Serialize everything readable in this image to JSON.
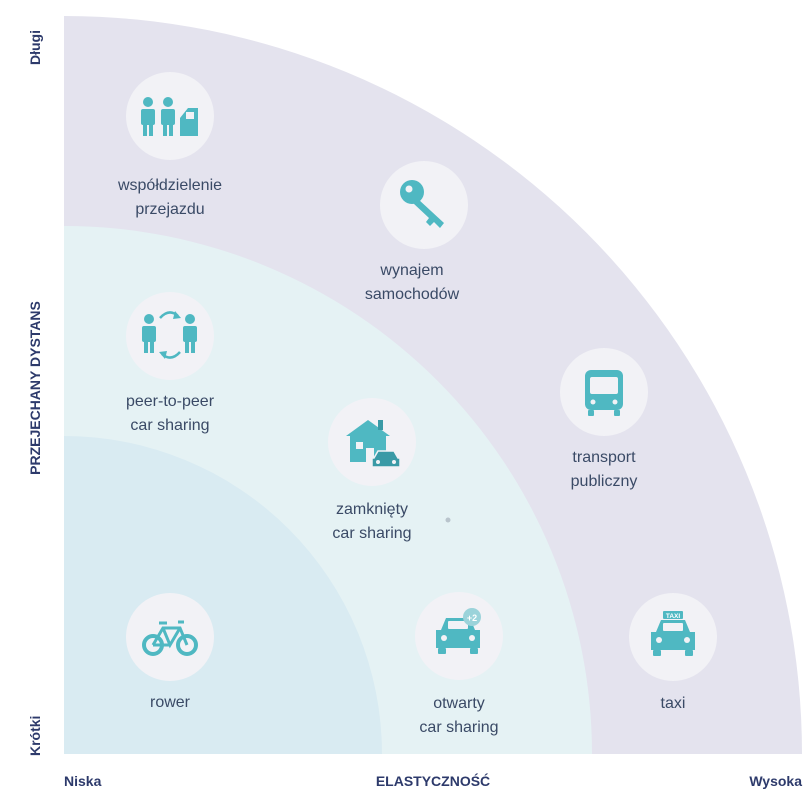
{
  "axes": {
    "y_title": "PRZEJECHANY DYSTANS",
    "y_top": "Długi",
    "y_bottom": "Krótki",
    "x_title": "ELASTYCZNOŚĆ",
    "x_left": "Niska",
    "x_right": "Wysoka"
  },
  "items": [
    {
      "id": "rideshare",
      "line1": "współdzielenie",
      "line2": "przejazdu",
      "icon": "people-car-icon"
    },
    {
      "id": "rental",
      "line1": "wynajem",
      "line2": "samochodów",
      "icon": "key-icon"
    },
    {
      "id": "public",
      "line1": "transport",
      "line2": "publiczny",
      "icon": "bus-icon"
    },
    {
      "id": "p2p",
      "line1": "peer-to-peer",
      "line2": "car sharing",
      "icon": "people-exchange-icon"
    },
    {
      "id": "closed",
      "line1": "zamknięty",
      "line2": "car sharing",
      "icon": "house-car-icon"
    },
    {
      "id": "bike",
      "line1": "rower",
      "line2": "",
      "icon": "bicycle-icon"
    },
    {
      "id": "open",
      "line1": "otwarty",
      "line2": "car sharing",
      "icon": "car-plus-icon"
    },
    {
      "id": "taxi",
      "line1": "taxi",
      "line2": "",
      "icon": "taxi-icon"
    }
  ],
  "taxi_sign": "TAXI",
  "plus_badge": "+2",
  "colors": {
    "outer": "#e4e3ee",
    "middle": "#e5f2f4",
    "inner": "#d9ebf2",
    "accent": "#4fb8c2",
    "text": "#2d3a6b"
  }
}
